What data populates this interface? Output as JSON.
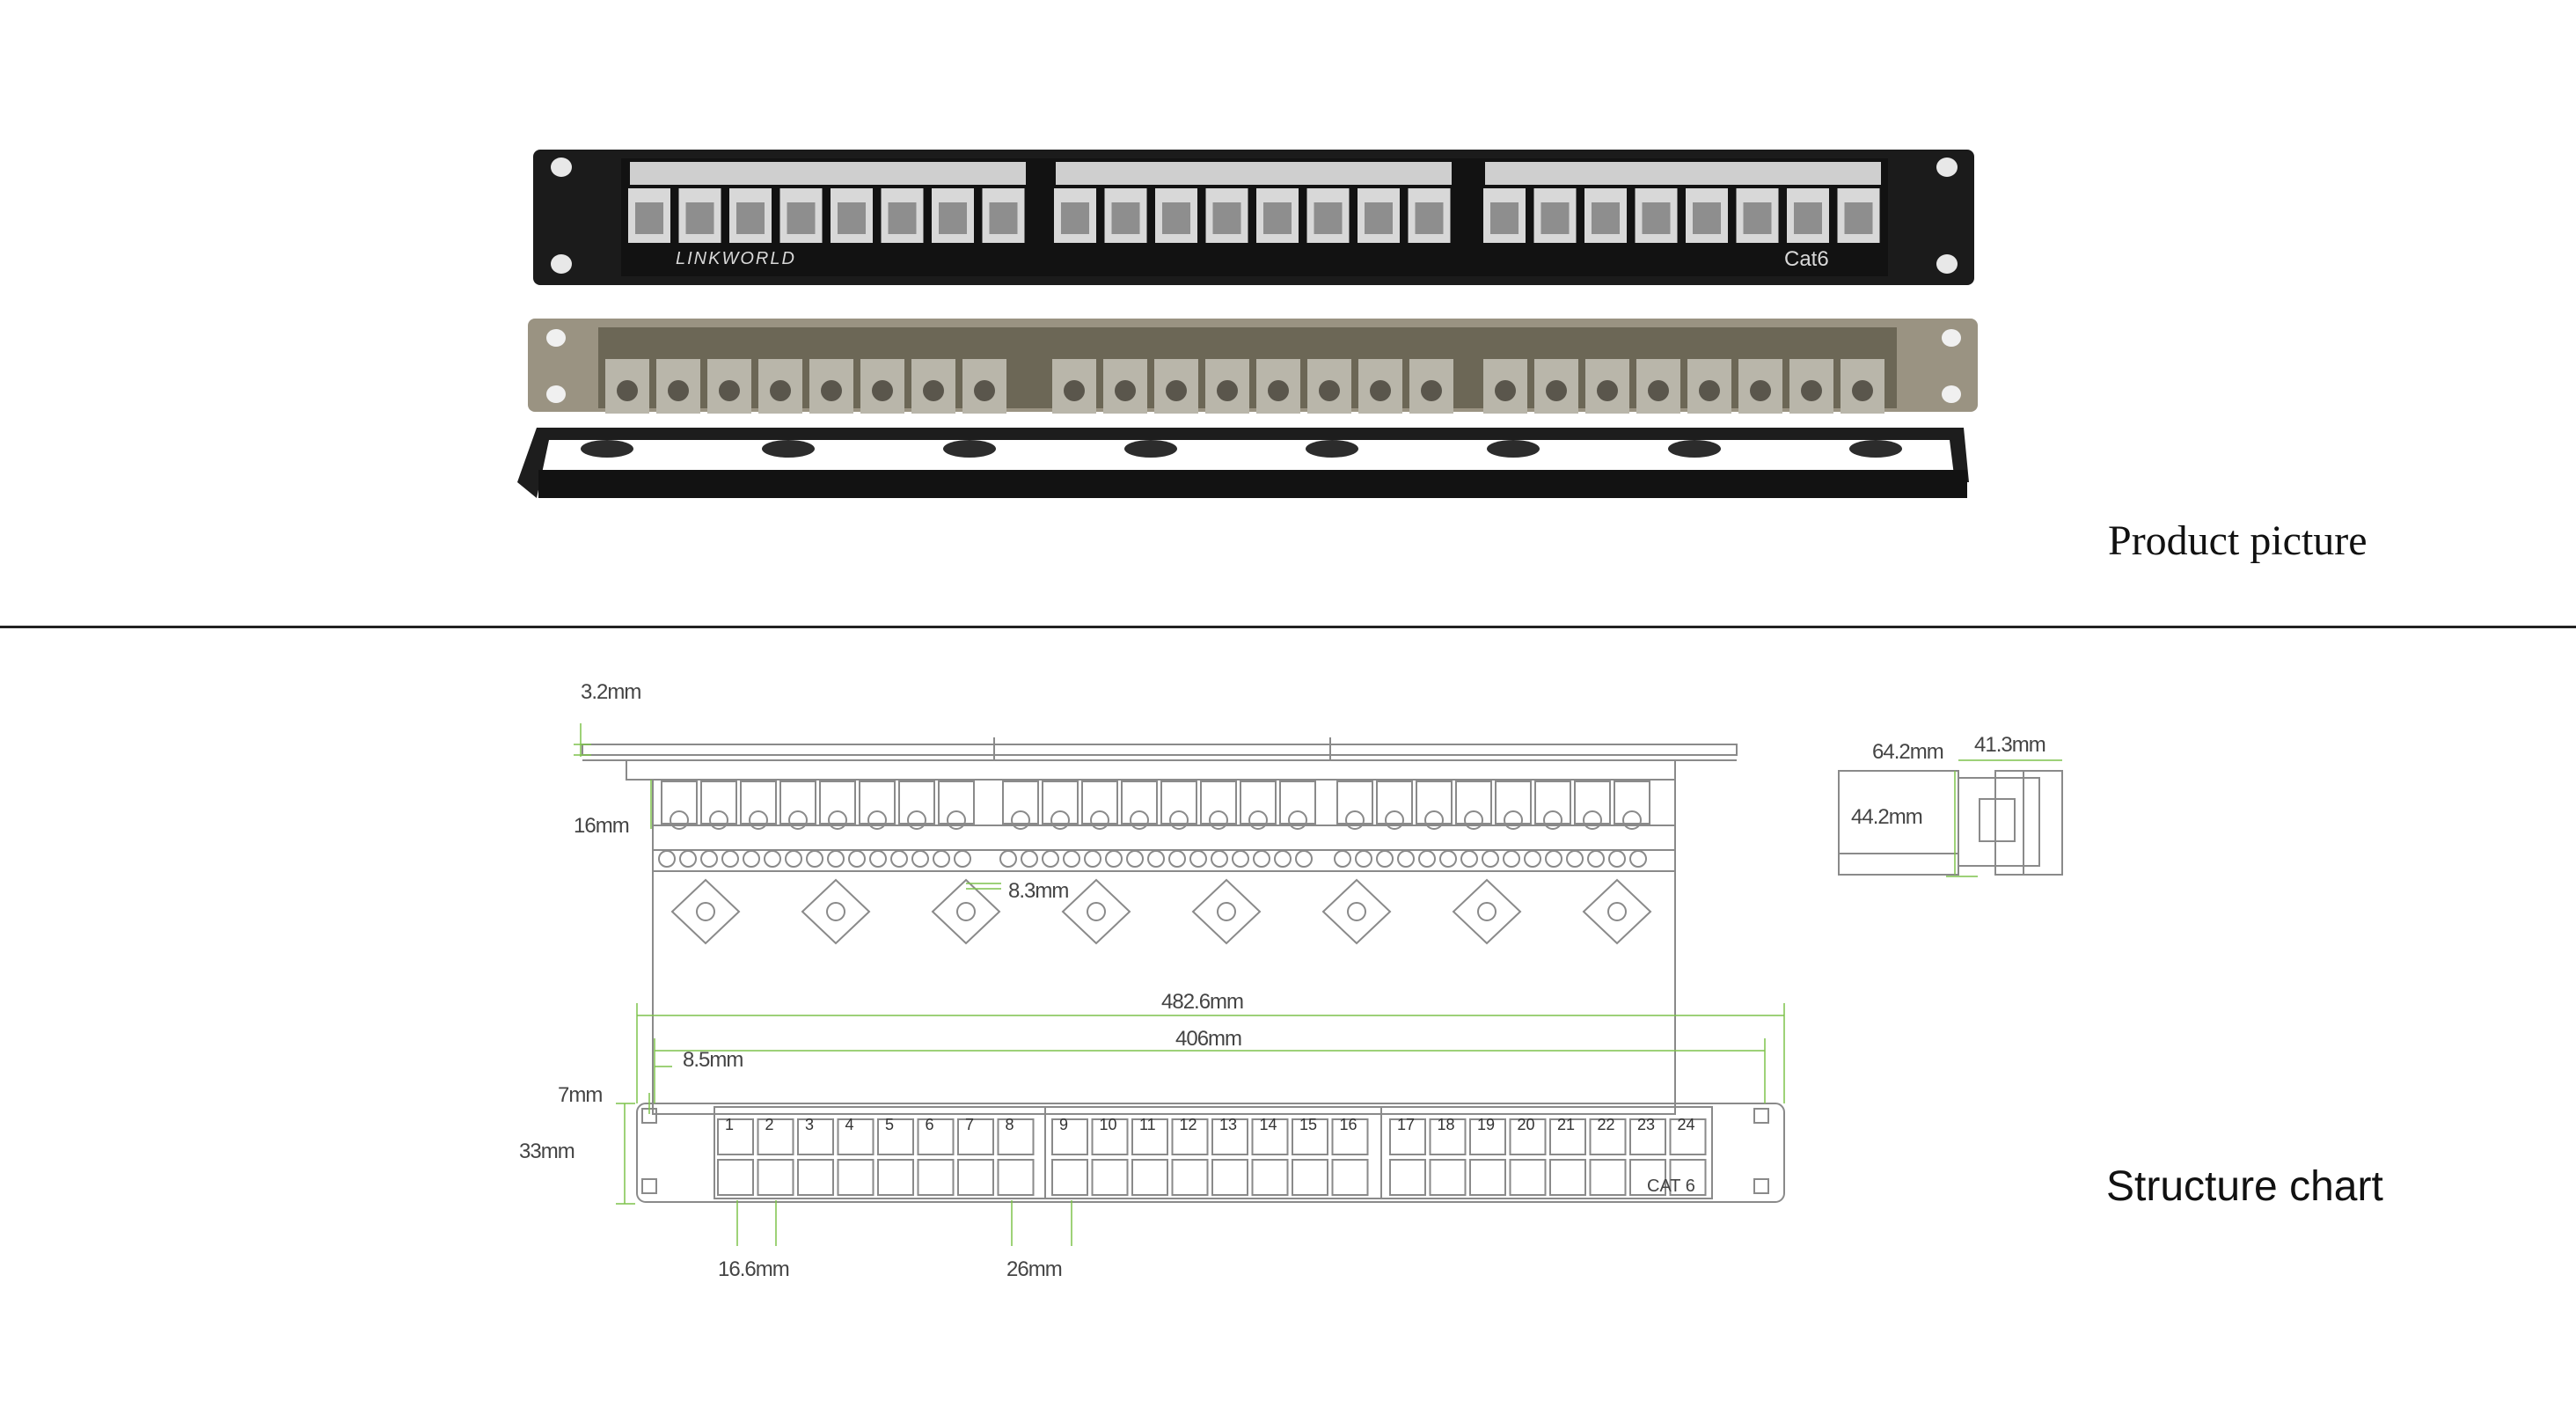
{
  "sections": {
    "product_label": "Product picture",
    "structure_label": "Structure chart"
  },
  "front_panel": {
    "brand": "LINKWORLD",
    "type_label": "Cat6"
  },
  "drawing": {
    "dims": {
      "top_thickness": "3.2mm",
      "depth_16": "16mm",
      "module_pitch": "8.3mm",
      "side_depth": "64.2mm",
      "side_width": "41.3mm",
      "side_height": "44.2mm",
      "overall_width": "482.6mm",
      "inner_width": "406mm",
      "edge_offset": "8.5mm",
      "hole_offset": "7mm",
      "height": "33mm",
      "port_pitch": "16.6mm",
      "group_gap": "26mm"
    },
    "cat_label": "CAT 6",
    "port_numbers": [
      "1",
      "2",
      "3",
      "4",
      "5",
      "6",
      "7",
      "8",
      "9",
      "10",
      "11",
      "12",
      "13",
      "14",
      "15",
      "16",
      "17",
      "18",
      "19",
      "20",
      "21",
      "22",
      "23",
      "24"
    ]
  },
  "colors": {
    "panel_black": "#1b1b1b",
    "dimension_green": "#7dc24b",
    "line_gray": "#8a8a8a"
  }
}
